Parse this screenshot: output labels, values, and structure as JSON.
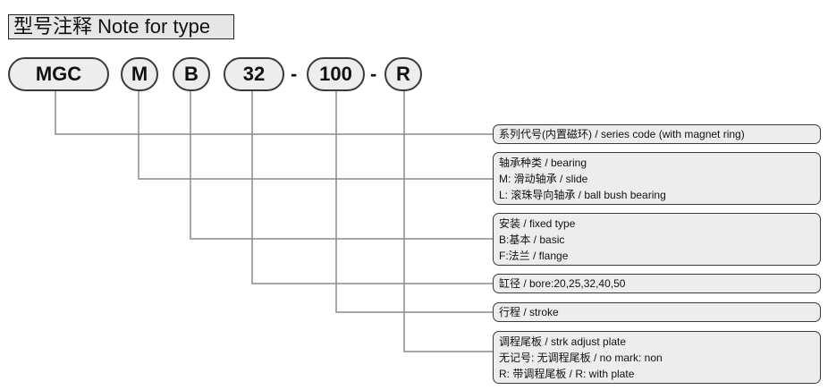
{
  "title": "型号注释 Note for type",
  "model_code": {
    "parts": [
      "MGC",
      "M",
      "B",
      "32",
      "100",
      "R"
    ],
    "separators": [
      "-",
      "-"
    ]
  },
  "descriptions": [
    {
      "lines": [
        "系列代号(内置磁环) / series code (with magnet ring)"
      ]
    },
    {
      "lines": [
        "轴承种类 / bearing",
        "M:  滑动轴承 / slide",
        "L:  滚珠导向轴承 / ball bush bearing"
      ]
    },
    {
      "lines": [
        "安装 / fixed type",
        "B:基本 / basic",
        "F:法兰 / flange"
      ]
    },
    {
      "lines": [
        "缸径 / bore:20,25,32,40,50"
      ]
    },
    {
      "lines": [
        "行程 / stroke"
      ]
    },
    {
      "lines": [
        "调程尾板 / strk adjust plate",
        "无记号:  无调程尾板 / no mark: non",
        "R: 带调程尾板 / R: with plate"
      ]
    }
  ],
  "colors": {
    "pill_fill": "#ededed",
    "box_fill": "#ededed",
    "title_fill": "#e6e6e6",
    "line": "#8a8a8a",
    "border": "#3a3a3a"
  }
}
